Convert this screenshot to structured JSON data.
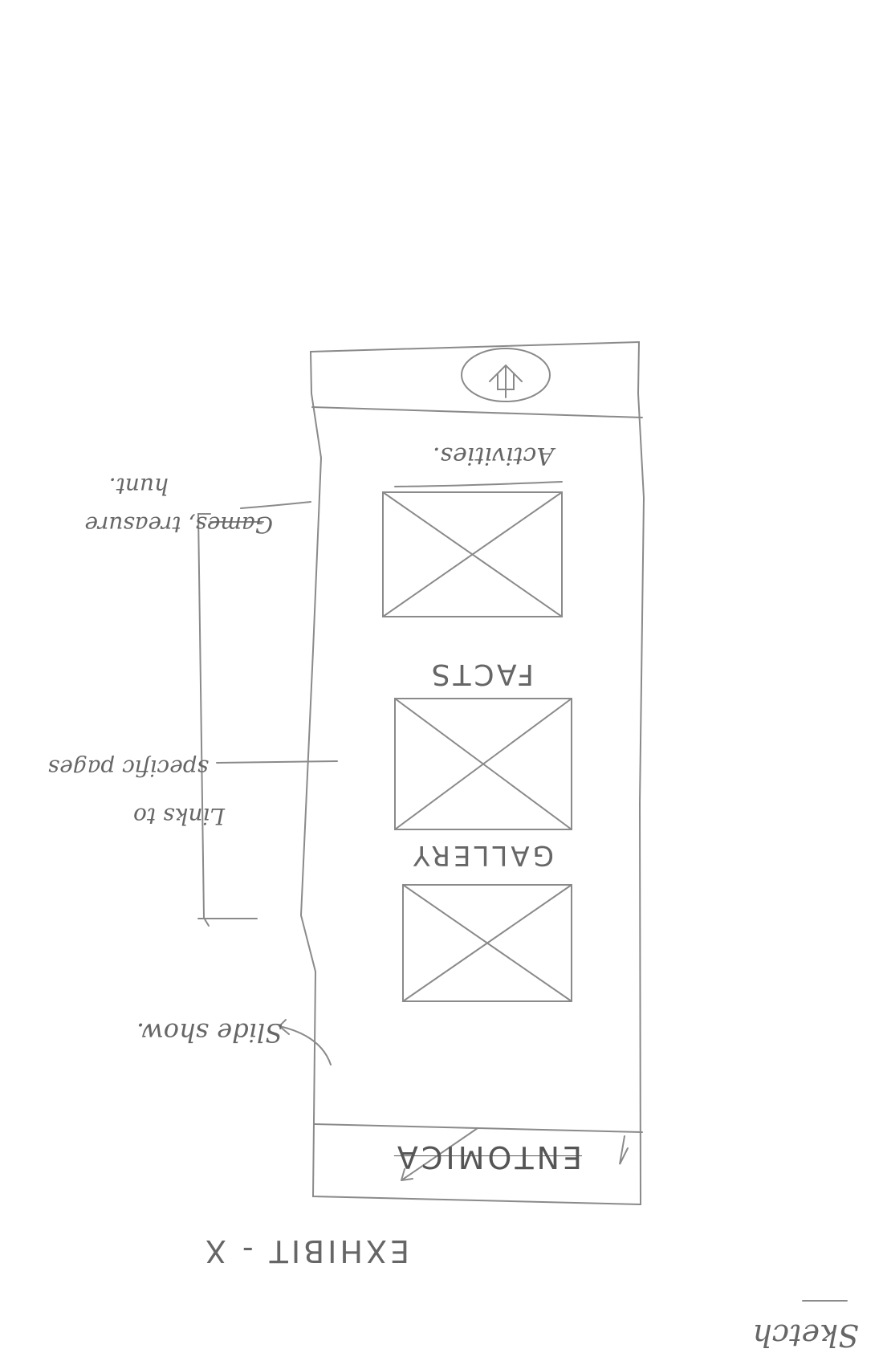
{
  "sketch": {
    "corner_label": "Sketch",
    "exhibit_label": "EXHIBIT - X",
    "phone": {
      "header_title": "ENTOMICA",
      "sections": [
        {
          "label": "GALLERY"
        },
        {
          "label": "FACTS"
        },
        {
          "label": "Activities."
        }
      ]
    },
    "annotations": {
      "slideshow": "Slide show.",
      "links": [
        "Links to",
        "specific pages"
      ],
      "games": [
        "Games, treasure",
        "hunt."
      ]
    }
  }
}
